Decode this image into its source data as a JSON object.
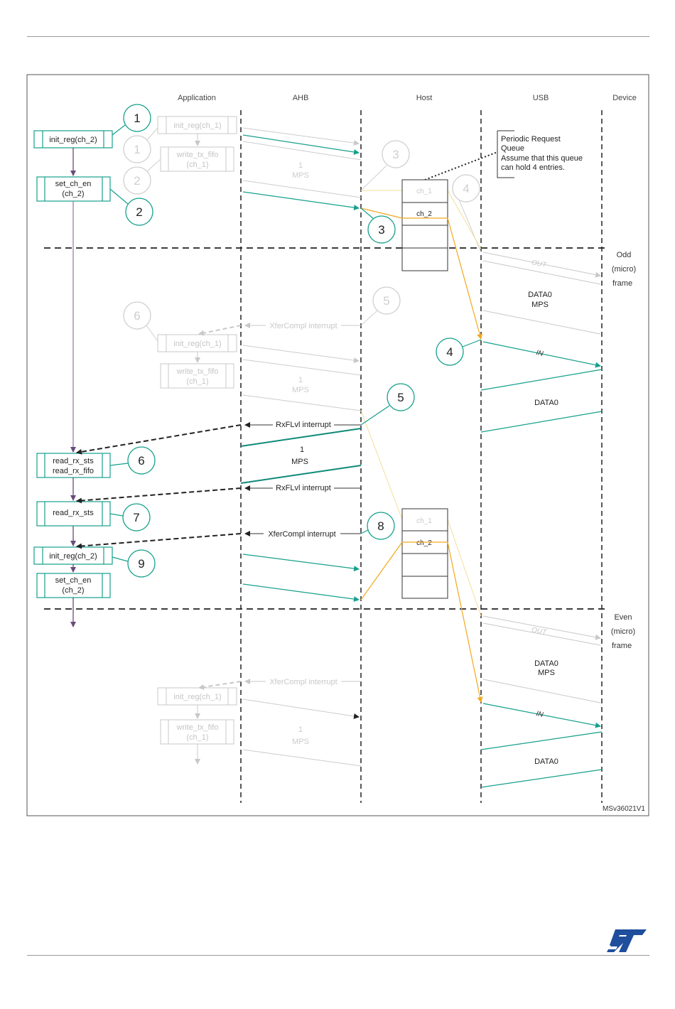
{
  "columns": {
    "application": "Application",
    "ahb": "AHB",
    "host": "Host",
    "usb": "USB",
    "device": "Device"
  },
  "note": {
    "line1": "Periodic Request",
    "line2": "Queue",
    "line3": "Assume that this queue",
    "line4": "can hold 4 entries."
  },
  "frames": {
    "odd": [
      "Odd",
      "(micro)",
      "frame"
    ],
    "even": [
      "Even",
      "(micro)",
      "frame"
    ]
  },
  "boxes": {
    "init_ch2_a": "init_reg(ch_2)",
    "set_ch_en_a": [
      "set_ch_en",
      "(ch_2)"
    ],
    "read_rx_sts_fifo": [
      "read_rx_sts",
      "read_rx_fifo"
    ],
    "read_rx_sts": "read_rx_sts",
    "init_ch2_b": "init_reg(ch_2)",
    "set_ch_en_b": [
      "set_ch_en",
      "(ch_2)"
    ],
    "init_ch1_a": "init_reg(ch_1)",
    "write_tx_fifo_a": [
      "write_tx_fifo",
      "(ch_1)"
    ],
    "init_ch1_b": "init_reg(ch_1)",
    "write_tx_fifo_b": [
      "write_tx_fifo",
      "(ch_1)"
    ],
    "init_ch1_c": "init_reg(ch_1)",
    "write_tx_fifo_c": [
      "write_tx_fifo",
      "(ch_1)"
    ]
  },
  "circles": {
    "c1": "1",
    "c2": "2",
    "c3": "3",
    "c4": "4",
    "c5": "5",
    "c6": "6",
    "c7": "7",
    "c8": "8",
    "c9": "9",
    "g1": "1",
    "g2": "2",
    "g3": "3",
    "g4": "4",
    "g5": "5",
    "g6": "6"
  },
  "queue": {
    "top": [
      "ch_1",
      "ch_2"
    ],
    "bottom": [
      "ch_1",
      "ch_2"
    ]
  },
  "labels": {
    "mps_one": [
      "1",
      "MPS"
    ],
    "data0_mps": [
      "DATA0",
      "MPS"
    ],
    "data0": "DATA0",
    "out": "OUT",
    "in": "IN",
    "rxflvl_interrupt": "RxFLvl interrupt",
    "xfercompl_interrupt": "XferCompl interrupt"
  },
  "figure_id": "MSv36021V1",
  "colors": {
    "teal": "#16a08c",
    "gray": "#c8c8c8",
    "purple": "#6a4a7a",
    "orange": "#f2a81d",
    "dark": "#222222",
    "logo_blue": "#1f4e9c"
  }
}
